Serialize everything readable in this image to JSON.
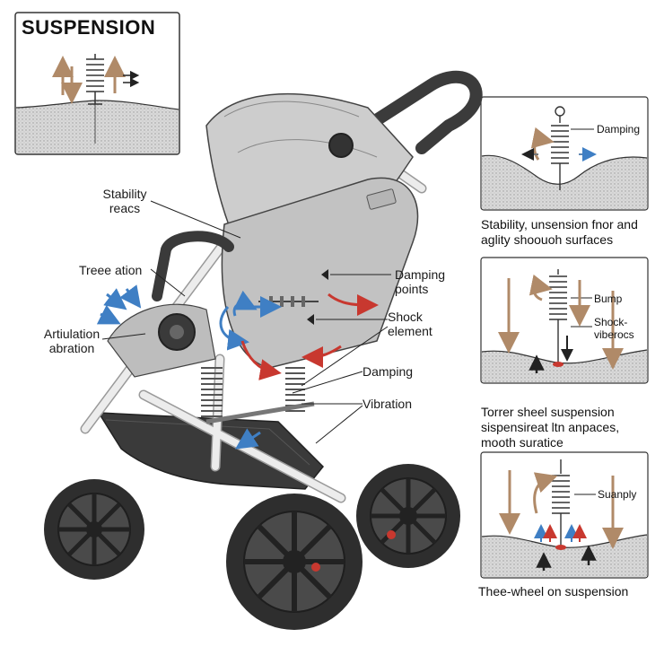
{
  "title_panel": {
    "title": "SUSPENSION"
  },
  "callouts": {
    "stability": [
      "Stability",
      "reacs"
    ],
    "treee": "Treee ation",
    "artulation": [
      "Artiulation",
      "abration"
    ],
    "damping_points": [
      "Damping",
      "points"
    ],
    "shock_element": [
      "Shock",
      "element"
    ],
    "damping": "Damping",
    "vibration": "Vibration"
  },
  "panels": [
    {
      "tags": [
        "Damping"
      ],
      "caption": [
        "Stability, unsension fnor and",
        "aglity shoouoh surfaces"
      ]
    },
    {
      "tags": [
        "Bump",
        "Shock-",
        "viberocs"
      ],
      "caption": [
        "Torrer sheel suspension",
        "sispensireat ltn anpaces,",
        "mooth suratice"
      ]
    },
    {
      "tags": [
        "Suanply"
      ],
      "caption": [
        "Thee-wheel on suspension"
      ]
    }
  ],
  "colors": {
    "arrow_red": "#c8382f",
    "arrow_blue": "#3f7fc4",
    "arrow_tan": "#b08a68",
    "frame": "#e8e8e8",
    "fabric": "#c9c9c9",
    "tire": "#2e2e2e"
  }
}
